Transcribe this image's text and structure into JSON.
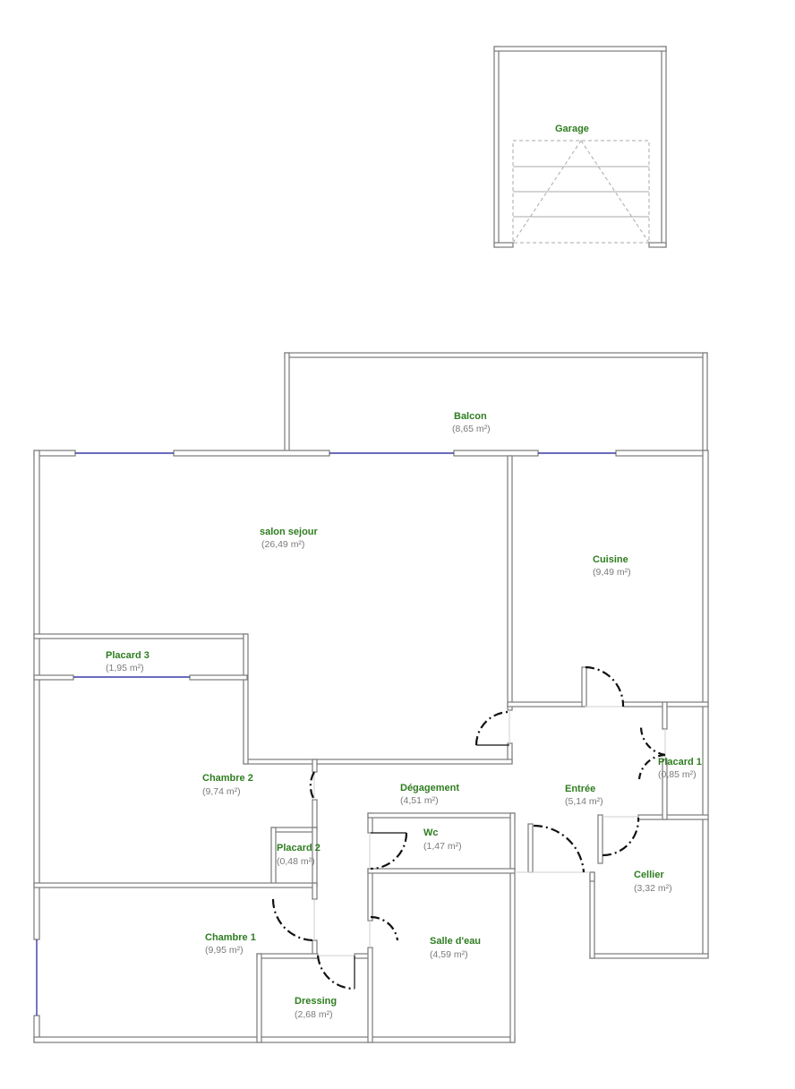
{
  "colors": {
    "wall": "#7a7a7a",
    "wall_fill": "#ffffff",
    "name_text": "#2e7d1f",
    "area_text": "#7a7a7a",
    "door": "#111111",
    "window": "#3a3aa8"
  },
  "rooms": [
    {
      "key": "garage",
      "name": "Garage",
      "area": ""
    },
    {
      "key": "balcon",
      "name": "Balcon",
      "area": "(8,65 m²)"
    },
    {
      "key": "salon",
      "name": "salon sejour",
      "area": "(26,49 m²)"
    },
    {
      "key": "cuisine",
      "name": "Cuisine",
      "area": "(9,49 m²)"
    },
    {
      "key": "placard3",
      "name": "Placard 3",
      "area": "(1,95 m²)"
    },
    {
      "key": "chambre2",
      "name": "Chambre 2",
      "area": "(9,74 m²)"
    },
    {
      "key": "degagement",
      "name": "Dégagement",
      "area": "(4,51 m²)"
    },
    {
      "key": "entree",
      "name": "Entrée",
      "area": "(5,14 m²)"
    },
    {
      "key": "placard1",
      "name": "Placard 1",
      "area": "(0,85 m²)"
    },
    {
      "key": "wc",
      "name": "Wc",
      "area": "(1,47 m²)"
    },
    {
      "key": "placard2",
      "name": "Placard 2",
      "area": "(0,48 m²)"
    },
    {
      "key": "cellier",
      "name": "Cellier",
      "area": "(3,32 m²)"
    },
    {
      "key": "chambre1",
      "name": "Chambre 1",
      "area": "(9,95 m²)"
    },
    {
      "key": "salle",
      "name": "Salle d'eau",
      "area": "(4,59 m²)"
    },
    {
      "key": "dressing",
      "name": "Dressing",
      "area": "(2,68 m²)"
    }
  ]
}
